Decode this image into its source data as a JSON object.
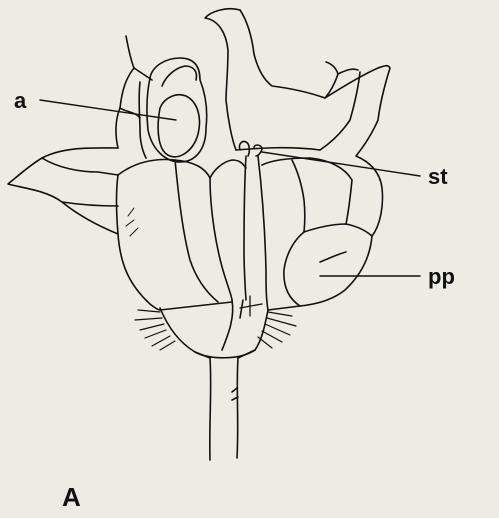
{
  "figure": {
    "panel_letter": "A",
    "labels": {
      "a": "a",
      "st": "st",
      "pp": "pp"
    },
    "colors": {
      "paper": "#ecece4",
      "ink": "#111111"
    }
  }
}
